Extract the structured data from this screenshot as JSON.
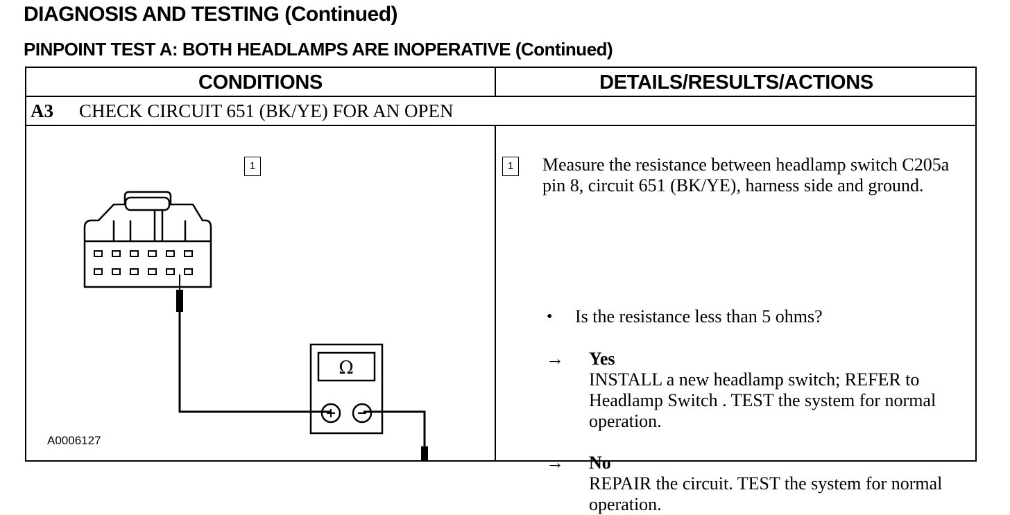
{
  "page": {
    "title": "DIAGNOSIS AND TESTING (Continued)",
    "subtitle": "PINPOINT TEST A:  BOTH HEADLAMPS ARE INOPERATIVE (Continued)"
  },
  "table": {
    "col_conditions": "CONDITIONS",
    "col_details": "DETAILS/RESULTS/ACTIONS",
    "step_id": "A3",
    "step_title": "CHECK CIRCUIT 651 (BK/YE) FOR AN OPEN"
  },
  "diagram": {
    "callout": "1",
    "meter_symbol": "Ω",
    "figure_id": "A0006127",
    "icons": [
      "connector-icon",
      "ohmmeter-icon",
      "ground-symbol-icon",
      "probe-icon"
    ]
  },
  "details": {
    "callout": "1",
    "instruction": "Measure the resistance between headlamp switch C205a pin 8, circuit 651 (BK/YE), harness side and ground.",
    "bullet_mark": "•",
    "question": "Is the resistance less than 5 ohms?",
    "arrow": "→",
    "yes": {
      "label": "Yes",
      "action": "INSTALL a new headlamp switch; REFER to Headlamp Switch . TEST the  system for normal operation."
    },
    "no": {
      "label": "No",
      "action": "REPAIR the circuit. TEST the system for normal operation."
    }
  }
}
